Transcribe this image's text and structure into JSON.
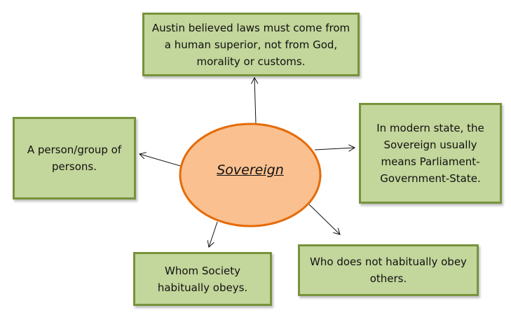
{
  "center": {
    "label": "Sovereign"
  },
  "nodes": {
    "top": "Austin believed laws must come from a human superior, not from God, morality or customs.",
    "left": "A person/group of persons.",
    "right": "In modern state, the Sovereign usually means Parliament-Government-State.",
    "bottom_left": "Whom Society habitually obeys.",
    "bottom_right": "Who does not habitually obey others."
  },
  "colors": {
    "box_fill": "#c3d69b",
    "box_border": "#77933c",
    "ellipse_fill": "#fac090",
    "ellipse_stroke": "#e46c0a"
  }
}
